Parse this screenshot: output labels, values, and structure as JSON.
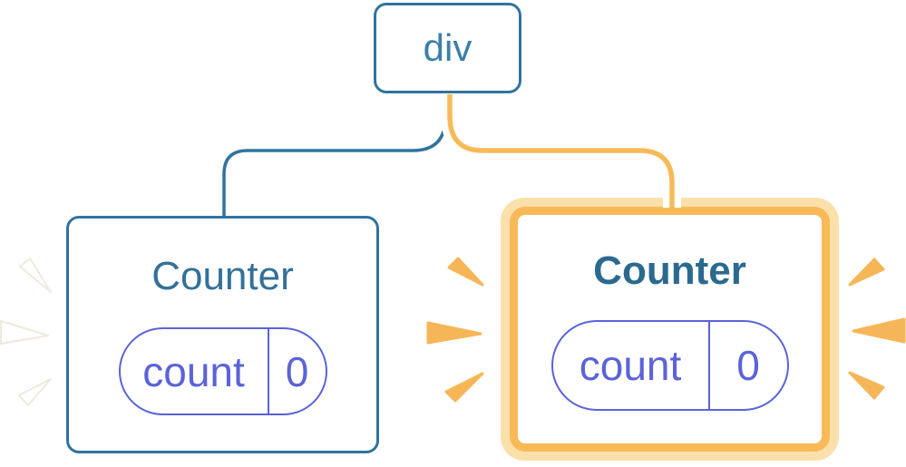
{
  "diagram": {
    "description": "React component tree re-render diagram",
    "colors": {
      "blue_border": "#31739F",
      "div_text": "#3B7FA8",
      "title_left": "#33719A",
      "title_right": "#2B6A8F",
      "state_indigo": "#5B63D8",
      "orange": "#F8BA58",
      "burst_orange": "#F6B657",
      "peach_ring": "#FCE0AC",
      "background": "#FFFFFF"
    },
    "tree": {
      "root": {
        "label": "div"
      },
      "children": [
        {
          "title": "Counter",
          "state_key": "count",
          "state_value": "0",
          "highlighted": false,
          "burst": "white-faded"
        },
        {
          "title": "Counter",
          "state_key": "count",
          "state_value": "0",
          "highlighted": true,
          "burst": "orange"
        }
      ]
    }
  }
}
